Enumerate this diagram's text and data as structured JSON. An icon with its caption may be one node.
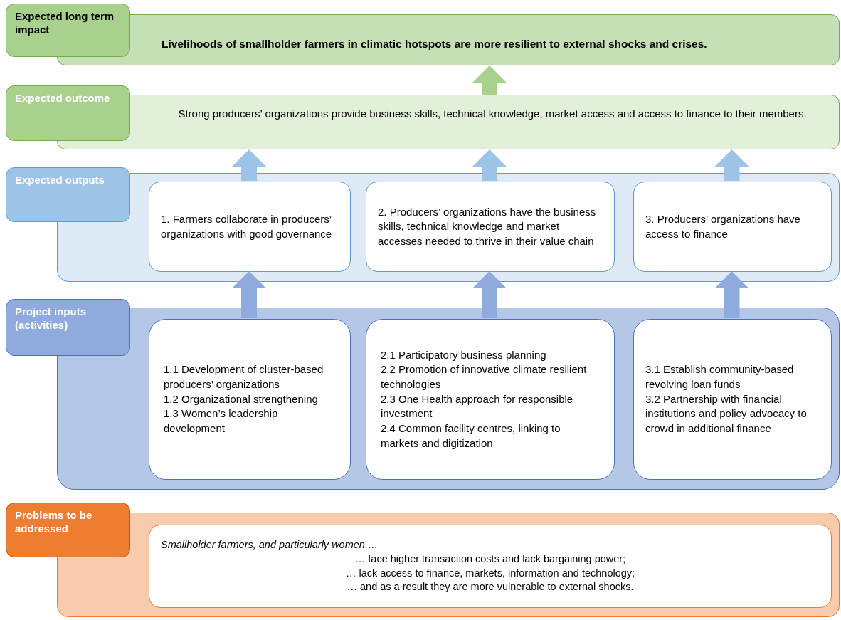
{
  "diagram": {
    "nodes": [
      {
        "text": [
          "Expected long term impact"
        ]
      },
      {
        "text": [
          "Livelihoods of smallholder farmers in climatic hotspots are more resilient to external shocks and crises."
        ]
      },
      {
        "text": [
          "Expected outcome"
        ]
      },
      {
        "text": [
          "Strong producers’ organizations provide business skills, technical knowledge, market access and access to finance to their members."
        ]
      },
      {
        "text": [
          "Expected outputs"
        ]
      },
      {
        "text": [],
        "shape": "box"
      },
      {
        "text": [
          "1. Farmers collaborate in producers’ organizations with good governance"
        ],
        "in": 5
      },
      {
        "text": [
          "2. Producers’ organizations have the business skills, technical knowledge and market accesses needed to thrive in their value chain"
        ],
        "in": 5
      },
      {
        "text": [
          "3. Producers’ organizations have access to finance"
        ],
        "in": 5
      },
      {
        "text": [
          "Project inputs (activities)"
        ]
      },
      {
        "text": [],
        "shape": "box"
      },
      {
        "text": [
          "1.1 Development of cluster-based producers’ organizations",
          "1.2 Organizational strengthening",
          "1.3 Women’s leadership development"
        ],
        "in": 10
      },
      {
        "text": [
          "2.1 Participatory business planning",
          "2.2 Promotion of innovative climate resilient technologies",
          "2.3 One Health approach for responsible investment",
          "2.4 Common facility centres, linking to markets and digitization"
        ],
        "in": 10
      },
      {
        "text": [
          "3.1 Establish community-based revolving loan funds",
          "3.2 Partnership with financial institutions and policy advocacy to crowd in additional finance"
        ],
        "in": 10
      },
      {
        "text": [
          "Problems to be addressed"
        ]
      },
      {
        "text": [],
        "shape": "box"
      },
      {
        "text": [
          "Smallholder farmers, and particularly women …",
          "… face higher transaction costs and lack bargaining power;",
          "… lack access to finance, markets, information and technology;",
          "… and as a result they are more vulnerable to external shocks."
        ],
        "in": 15
      }
    ],
    "edges": [
      {
        "from": 3,
        "to": 1,
        "arrow": "to",
        "color": "#a9d18e"
      },
      {
        "from": 6,
        "to": 3,
        "arrow": "to",
        "color": "#9dc3e6"
      },
      {
        "from": 7,
        "to": 3,
        "arrow": "to",
        "color": "#9dc3e6"
      },
      {
        "from": 8,
        "to": 3,
        "arrow": "to",
        "color": "#9dc3e6"
      },
      {
        "from": 11,
        "to": 6,
        "arrow": "to",
        "color": "#8faadc"
      },
      {
        "from": 12,
        "to": 7,
        "arrow": "to",
        "color": "#8faadc"
      },
      {
        "from": 13,
        "to": 8,
        "arrow": "to",
        "color": "#8faadc"
      }
    ]
  }
}
